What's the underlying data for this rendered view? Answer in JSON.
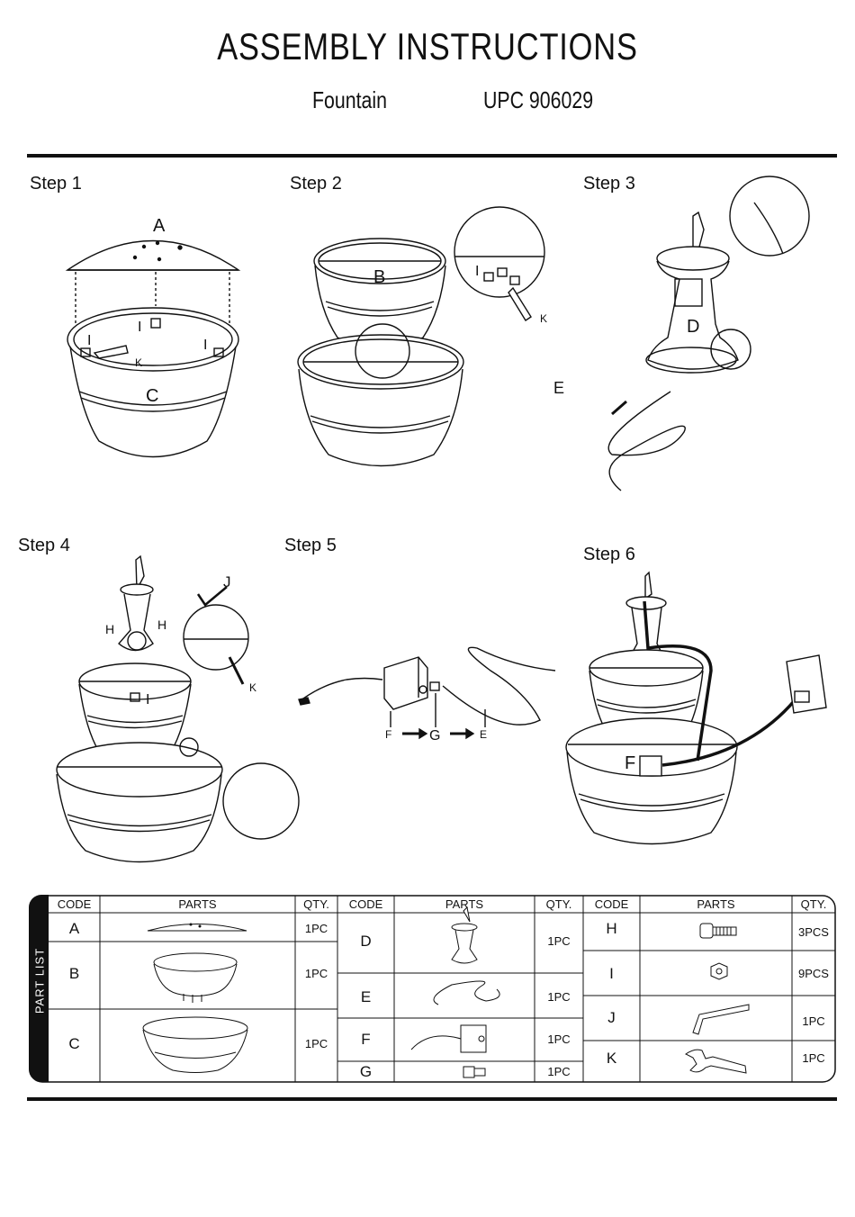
{
  "header": {
    "title": "ASSEMBLY INSTRUCTIONS",
    "product": "Fountain",
    "upc": "UPC 906029"
  },
  "steps": [
    {
      "label": "Step 1",
      "callouts": [
        "A",
        "I",
        "I",
        "I",
        "K",
        "C"
      ]
    },
    {
      "label": "Step 2",
      "callouts": [
        "B",
        "I",
        "K"
      ]
    },
    {
      "label": "Step 3",
      "callouts": [
        "D",
        "E"
      ]
    },
    {
      "label": "Step 4",
      "callouts": [
        "J",
        "H",
        "H",
        "K",
        "I"
      ]
    },
    {
      "label": "Step 5",
      "callouts": [
        "F",
        "G",
        "E"
      ]
    },
    {
      "label": "Step 6",
      "callouts": [
        "F"
      ]
    }
  ],
  "parts_list": {
    "side_label": "PART LIST",
    "headers": {
      "code": "CODE",
      "parts": "PARTS",
      "qty": "QTY."
    },
    "items": [
      {
        "code": "A",
        "icon": "top-dish-icon",
        "qty": "1PC"
      },
      {
        "code": "B",
        "icon": "upper-basin-icon",
        "qty": "1PC"
      },
      {
        "code": "C",
        "icon": "lower-basin-icon",
        "qty": "1PC"
      },
      {
        "code": "D",
        "icon": "pump-spout-icon",
        "qty": "1PC"
      },
      {
        "code": "E",
        "icon": "tube-icon",
        "qty": "1PC"
      },
      {
        "code": "F",
        "icon": "pump-box-icon",
        "qty": "1PC"
      },
      {
        "code": "G",
        "icon": "connector-icon",
        "qty": "1PC"
      },
      {
        "code": "H",
        "icon": "bolt-icon",
        "qty": "3PCS"
      },
      {
        "code": "I",
        "icon": "nut-icon",
        "qty": "9PCS"
      },
      {
        "code": "J",
        "icon": "allen-key-icon",
        "qty": "1PC"
      },
      {
        "code": "K",
        "icon": "wrench-icon",
        "qty": "1PC"
      }
    ]
  }
}
